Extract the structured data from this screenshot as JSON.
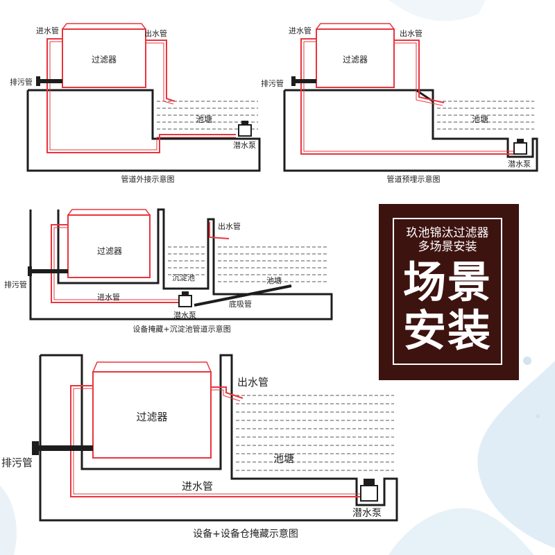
{
  "colors": {
    "pipe_red": "#e8343c",
    "outline": "#1d1d1d",
    "water_dash": "#555555",
    "poster_bg": "#3d1310",
    "poster_text": "#ffffff",
    "splash": "#bcd8ea"
  },
  "diagrams": [
    {
      "filter": "过滤器",
      "inlet": "进水管",
      "outlet": "出水管",
      "drain": "排污管",
      "pond": "池塘",
      "pump": "潜水泵",
      "caption": "管道外接示意图"
    },
    {
      "filter": "过滤器",
      "inlet": "进水管",
      "outlet": "出水管",
      "drain": "排污管",
      "pond": "池塘",
      "pump": "潜水泵",
      "caption": "管道预埋示意图"
    },
    {
      "filter": "过滤器",
      "inlet": "进水管",
      "outlet": "出水管",
      "drain": "排污管",
      "settling_tank": "沉淀池",
      "pond": "池塘",
      "bottom_suction": "底吸管",
      "pump": "潜水泵",
      "caption": "设备掩藏+沉淀池管道示意图"
    },
    {
      "filter": "过滤器",
      "inlet": "进水管",
      "outlet": "出水管",
      "drain": "排污管",
      "pond": "池塘",
      "pump": "潜水泵",
      "caption": "设备+设备仓掩藏示意图"
    }
  ],
  "poster": {
    "line1": "玖池锦汰过滤器",
    "line2": "多场景安装",
    "big1": "场景",
    "big2": "安装"
  }
}
